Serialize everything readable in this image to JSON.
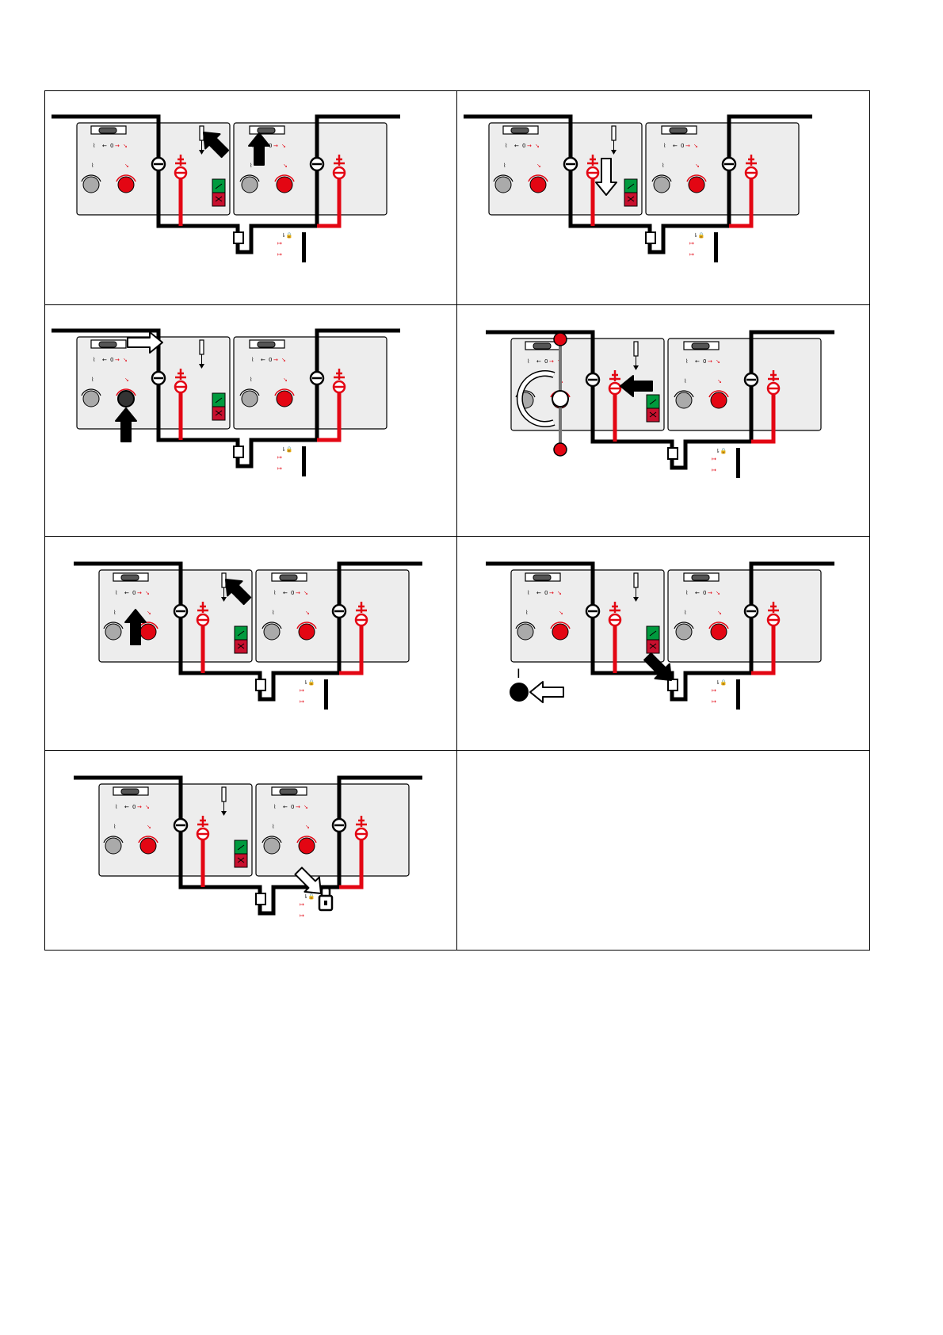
{
  "colors": {
    "live": "#e30613",
    "earthed": "#000000",
    "panel_fill": "#ededed",
    "knob_grey": "#aaaaaa",
    "knob_red": "#e30613",
    "indicator_green": "#009a3e",
    "indicator_red": "#c8102e"
  },
  "legend": {
    "zero_label": "0",
    "position_I": "I"
  },
  "steps": [
    {
      "id": 1,
      "actions": [
        "lift-front-cover-arrow",
        "tool-insert-arrow"
      ]
    },
    {
      "id": 2,
      "actions": [
        "tool-down-arrow"
      ]
    },
    {
      "id": 3,
      "actions": [
        "push-knob-arrow",
        "slide-right-arrow"
      ]
    },
    {
      "id": 4,
      "actions": [
        "rotate-handle",
        "push-left-arrow"
      ]
    },
    {
      "id": 5,
      "actions": [
        "lift-front-cover-arrow",
        "tool-insert-arrow"
      ]
    },
    {
      "id": 6,
      "actions": [
        "press-button-arrow",
        "key-insert-arrow"
      ]
    },
    {
      "id": 7,
      "actions": [
        "padlock-arrow"
      ]
    }
  ]
}
